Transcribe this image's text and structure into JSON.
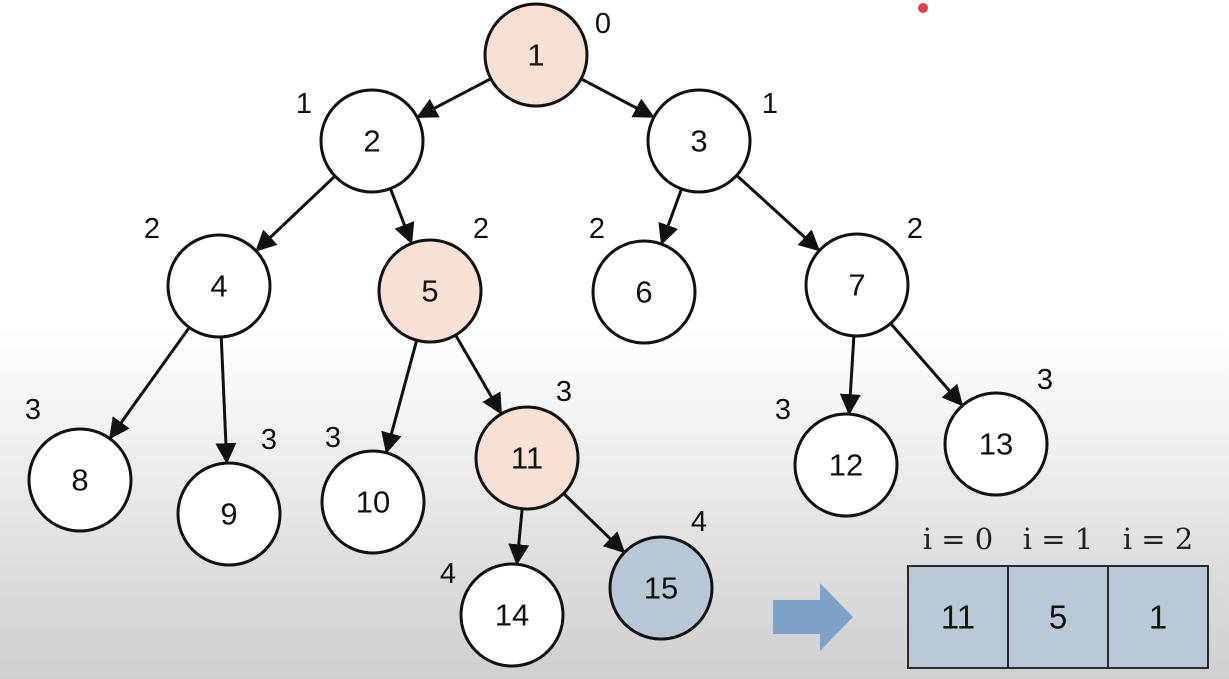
{
  "diagram": {
    "nodes": [
      {
        "label": "1",
        "depth": "0",
        "state": "path"
      },
      {
        "label": "2",
        "depth": "1",
        "state": "normal"
      },
      {
        "label": "3",
        "depth": "1",
        "state": "normal"
      },
      {
        "label": "4",
        "depth": "2",
        "state": "normal"
      },
      {
        "label": "5",
        "depth": "2",
        "state": "path"
      },
      {
        "label": "6",
        "depth": "2",
        "state": "normal"
      },
      {
        "label": "7",
        "depth": "2",
        "state": "normal"
      },
      {
        "label": "8",
        "depth": "3",
        "state": "normal"
      },
      {
        "label": "9",
        "depth": "3",
        "state": "normal"
      },
      {
        "label": "10",
        "depth": "3",
        "state": "normal"
      },
      {
        "label": "11",
        "depth": "3",
        "state": "path"
      },
      {
        "label": "12",
        "depth": "3",
        "state": "normal"
      },
      {
        "label": "13",
        "depth": "3",
        "state": "normal"
      },
      {
        "label": "14",
        "depth": "4",
        "state": "normal"
      },
      {
        "label": "15",
        "depth": "4",
        "state": "current"
      }
    ],
    "edges": [
      [
        "1",
        "2"
      ],
      [
        "1",
        "3"
      ],
      [
        "2",
        "4"
      ],
      [
        "2",
        "5"
      ],
      [
        "3",
        "6"
      ],
      [
        "3",
        "7"
      ],
      [
        "4",
        "8"
      ],
      [
        "4",
        "9"
      ],
      [
        "5",
        "10"
      ],
      [
        "5",
        "11"
      ],
      [
        "7",
        "12"
      ],
      [
        "7",
        "13"
      ],
      [
        "11",
        "14"
      ],
      [
        "11",
        "15"
      ]
    ],
    "colors": {
      "path_fill": "#f8e1d4",
      "current_fill": "#b7c7d6",
      "normal_fill": "#ffffff",
      "stroke": "#111111",
      "arrow_fill": "#7fa3c8",
      "cell_fill": "#b9c8d7",
      "marker_dot": "#e0404a"
    }
  },
  "array": {
    "headers": [
      "i = 0",
      "i = 1",
      "i = 2"
    ],
    "cells": [
      "11",
      "5",
      "1"
    ]
  }
}
